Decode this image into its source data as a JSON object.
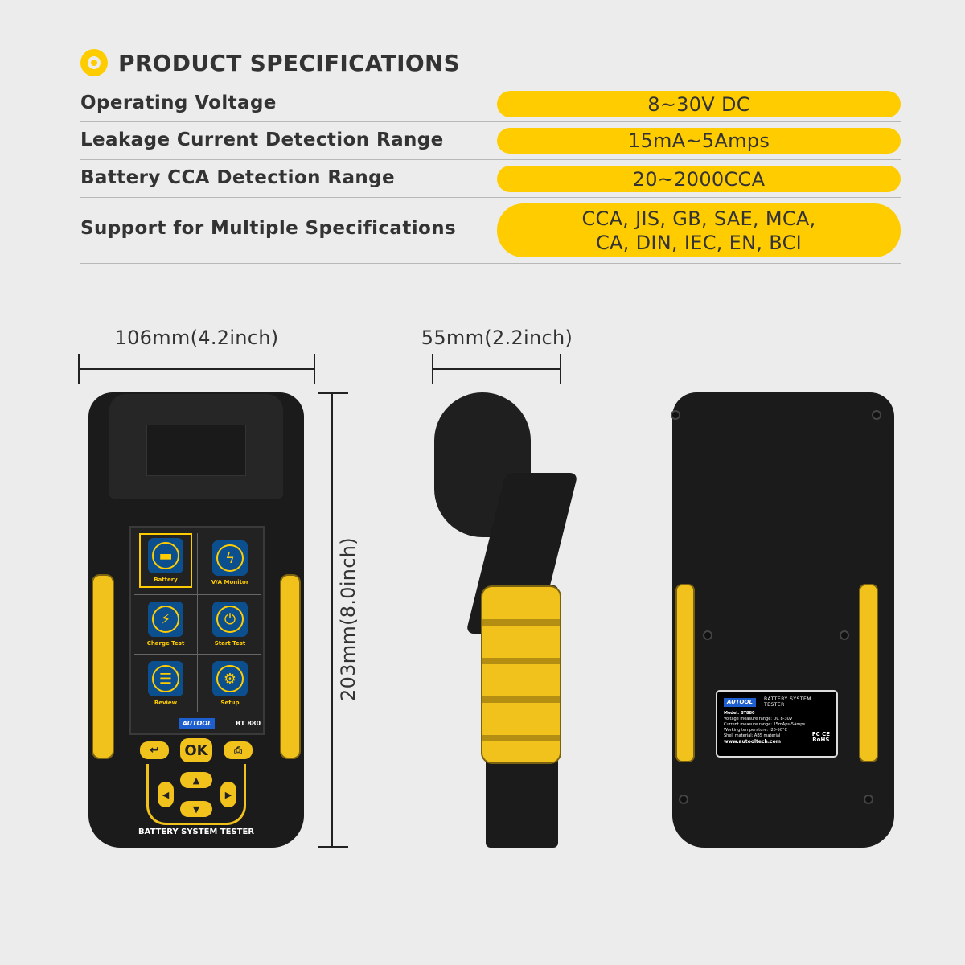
{
  "header": {
    "title": "PRODUCT SPECIFICATIONS",
    "icon": "circle-ring-icon",
    "accent": "#ffcc00"
  },
  "specs": [
    {
      "label": "Operating Voltage",
      "value": "8~30V DC"
    },
    {
      "label": "Leakage Current Detection Range",
      "value": "15mA~5Amps"
    },
    {
      "label": "Battery CCA Detection Range",
      "value": "20~2000CCA"
    },
    {
      "label": "Support for Multiple Specifications",
      "value_line1": "CCA, JIS, GB, SAE, MCA,",
      "value_line2": "CA, DIN, IEC, EN, BCI"
    }
  ],
  "dimensions": {
    "width": "106mm(4.2inch)",
    "depth": "55mm(2.2inch)",
    "height": "203mm(8.0inch)"
  },
  "device": {
    "screen_items": [
      "Battery",
      "V/A Monitor",
      "Charge Test",
      "Start Test",
      "Review",
      "Setup"
    ],
    "brand": "AUTOOL",
    "model": "BT 880",
    "ok_label": "OK",
    "front_label": "BATTERY SYSTEM TESTER"
  },
  "back_label": {
    "brand": "AUTOOL",
    "title1": "BATTERY SYSTEM",
    "title2": "TESTER",
    "lines": [
      "Model: BT880",
      "Voltage measure range: DC 8-30V",
      "Current measure range: 15mAps-5Amps",
      "Working temperature: -20-50°C",
      "Shell material: ABS material"
    ],
    "url": "www.autooltech.com",
    "cert1": "FC CE",
    "cert2": "RoHS"
  }
}
